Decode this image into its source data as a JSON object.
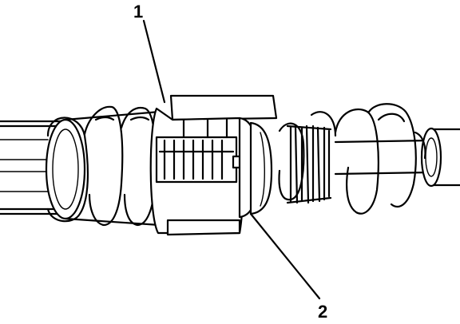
{
  "callouts": [
    {
      "id": "1",
      "label": "1"
    },
    {
      "id": "2",
      "label": "2"
    }
  ],
  "colors": {
    "ink": "#000000",
    "paper": "#ffffff"
  }
}
